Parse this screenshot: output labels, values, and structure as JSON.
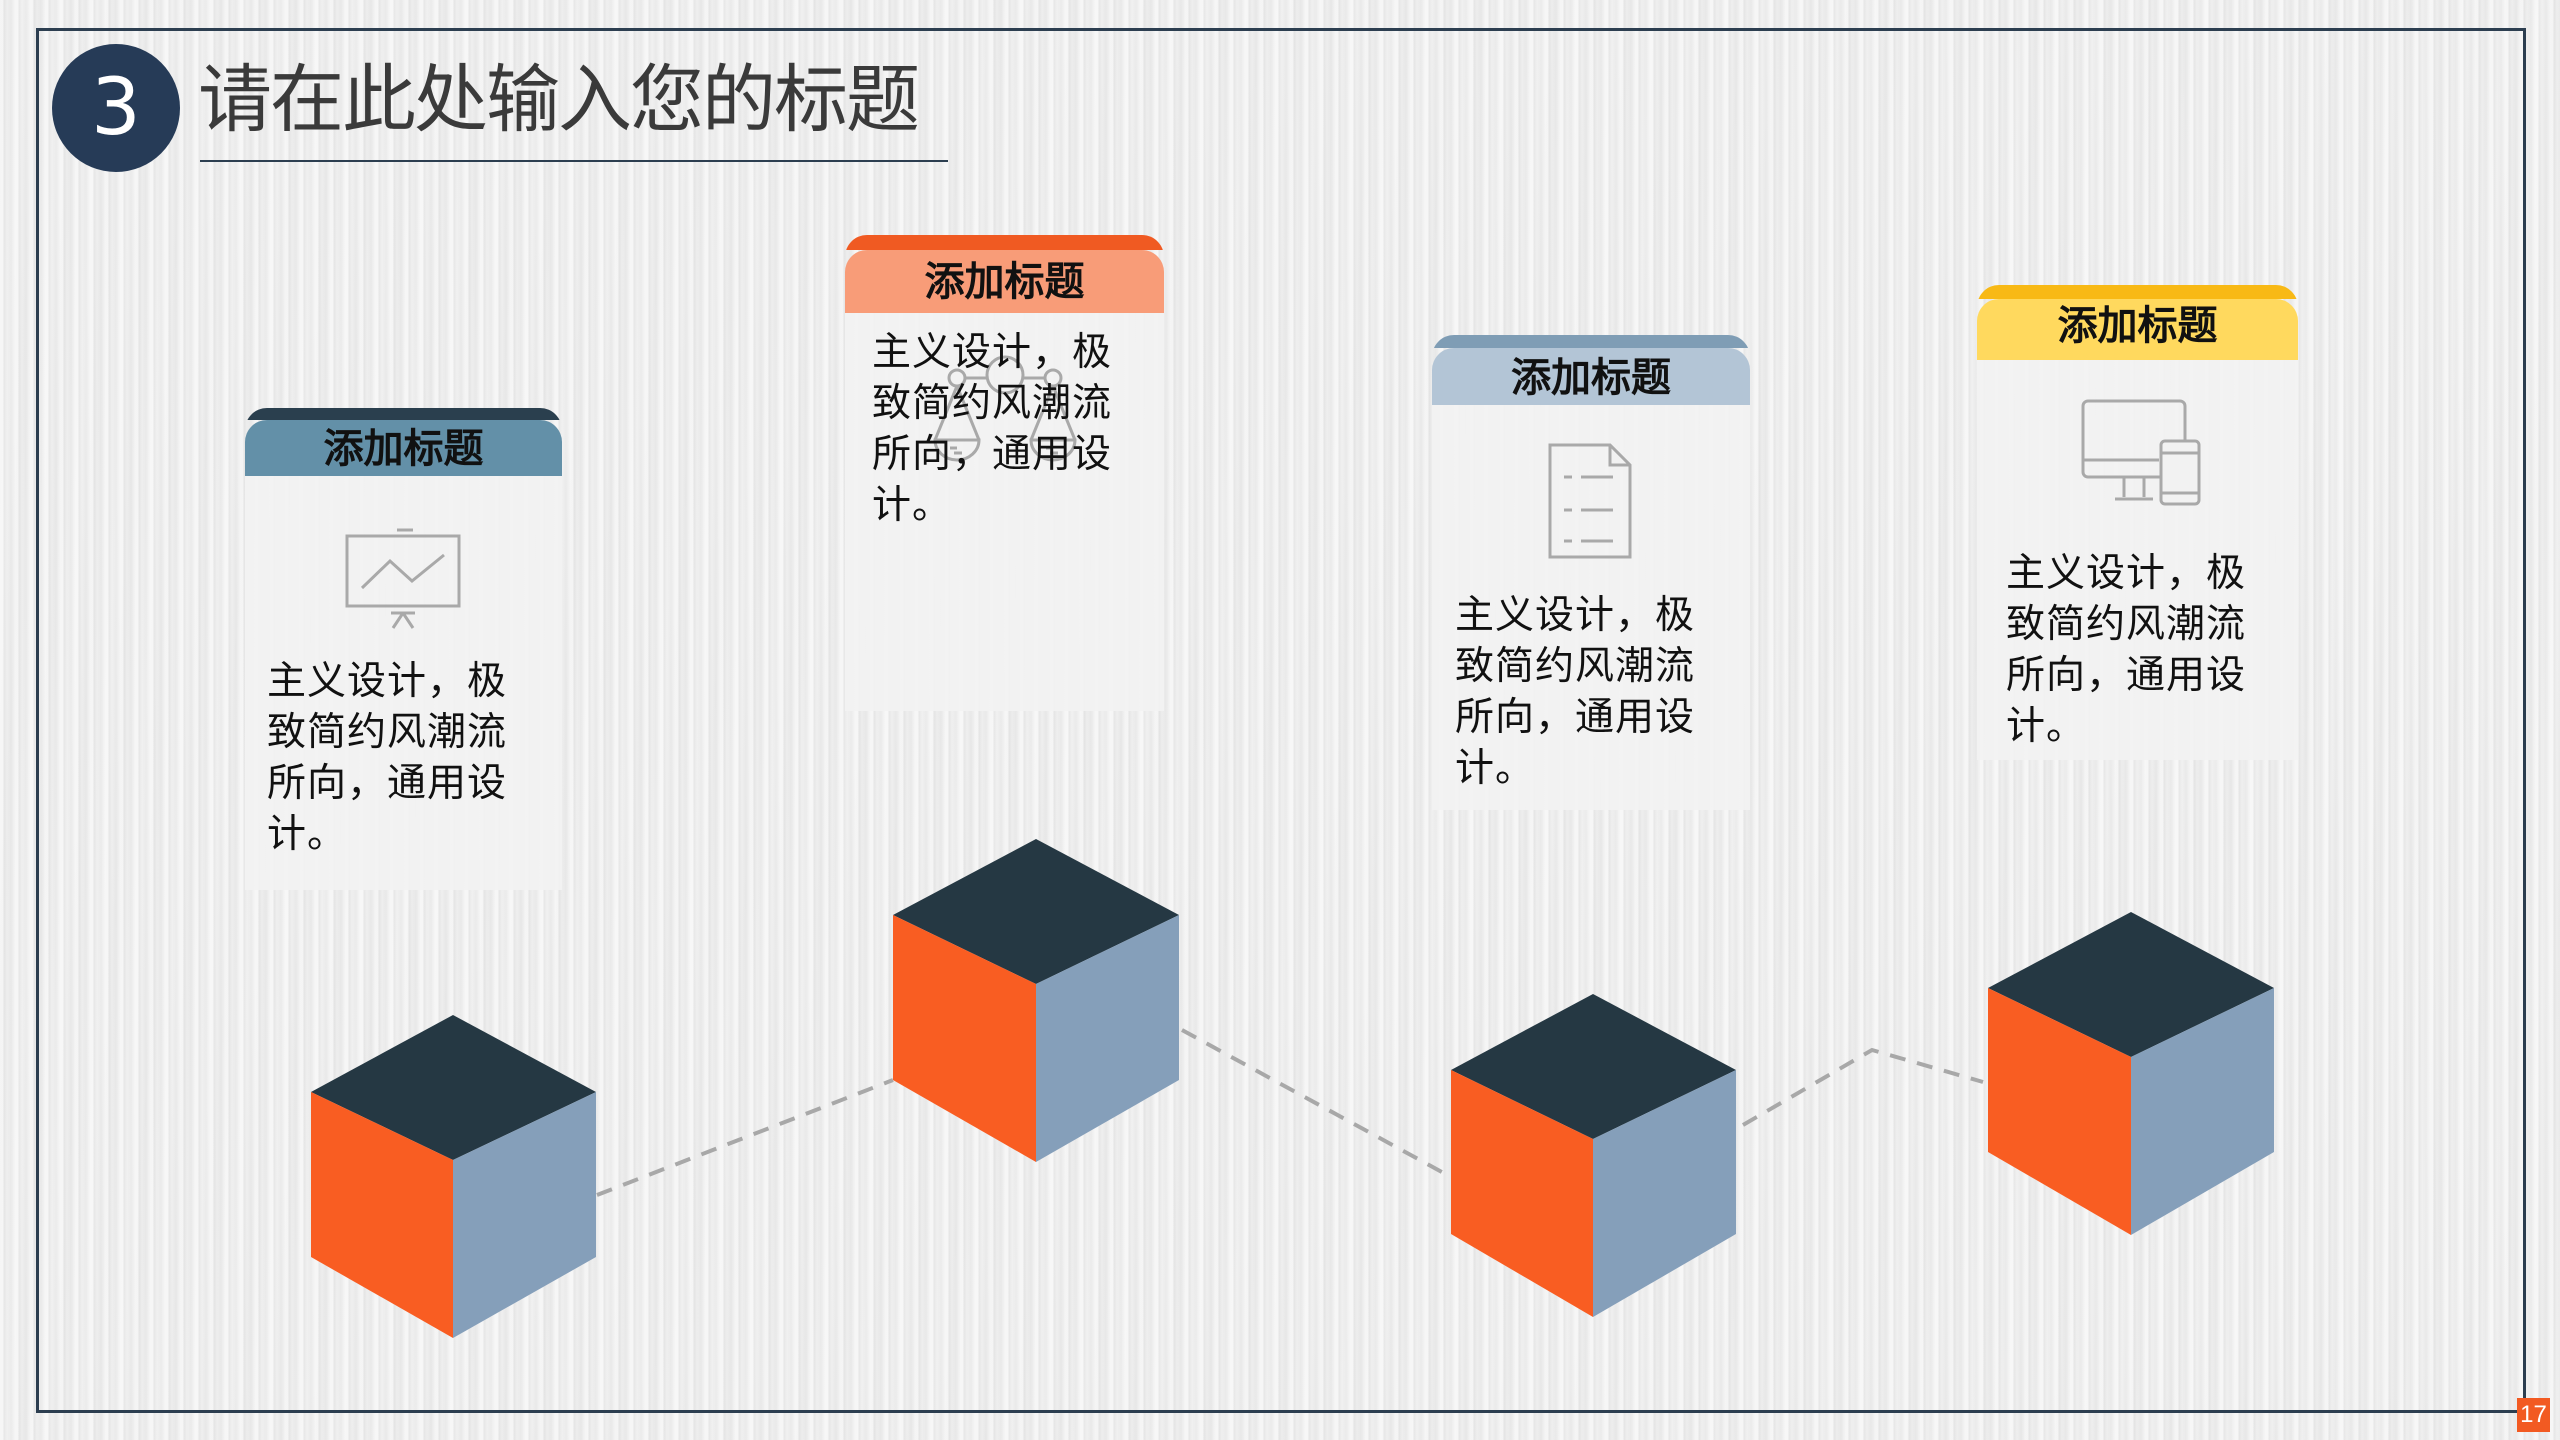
{
  "slide": {
    "section_number": "3",
    "title": "请在此处输入您的标题",
    "page_number": "17"
  },
  "colors": {
    "frame": "#2c3e50",
    "number_circle": "#263b57",
    "page_badge": "#f25a22",
    "cube_top": "#253843",
    "cube_left": "#f95d22",
    "cube_right": "#859fba",
    "dashed_line": "#a8a8a8"
  },
  "cards": [
    {
      "title": "添加标题",
      "icon": "presentation-chart-icon",
      "strip_color": "#2a3f4e",
      "band_color": "#6390a8",
      "lines": [
        "主义设计，极",
        "致简约风潮流",
        "所向，通用设",
        "计。"
      ]
    },
    {
      "title": "添加标题",
      "icon": "balance-scale-icon",
      "strip_color": "#f05a22",
      "band_color": "#f89c78",
      "lines": [
        "主义设计，极",
        "致简约风潮流",
        "所向，通用设",
        "计。"
      ]
    },
    {
      "title": "添加标题",
      "icon": "document-icon",
      "strip_color": "#7f9db5",
      "band_color": "#b3c5d6",
      "lines": [
        "主义设计，极",
        "致简约风潮流",
        "所向，通用设",
        "计。"
      ]
    },
    {
      "title": "添加标题",
      "icon": "desktop-mobile-icon",
      "strip_color": "#f8b915",
      "band_color": "#ffd95e",
      "lines": [
        "主义设计，极",
        "致简约风潮流",
        "所向，通用设",
        "计。"
      ]
    }
  ]
}
